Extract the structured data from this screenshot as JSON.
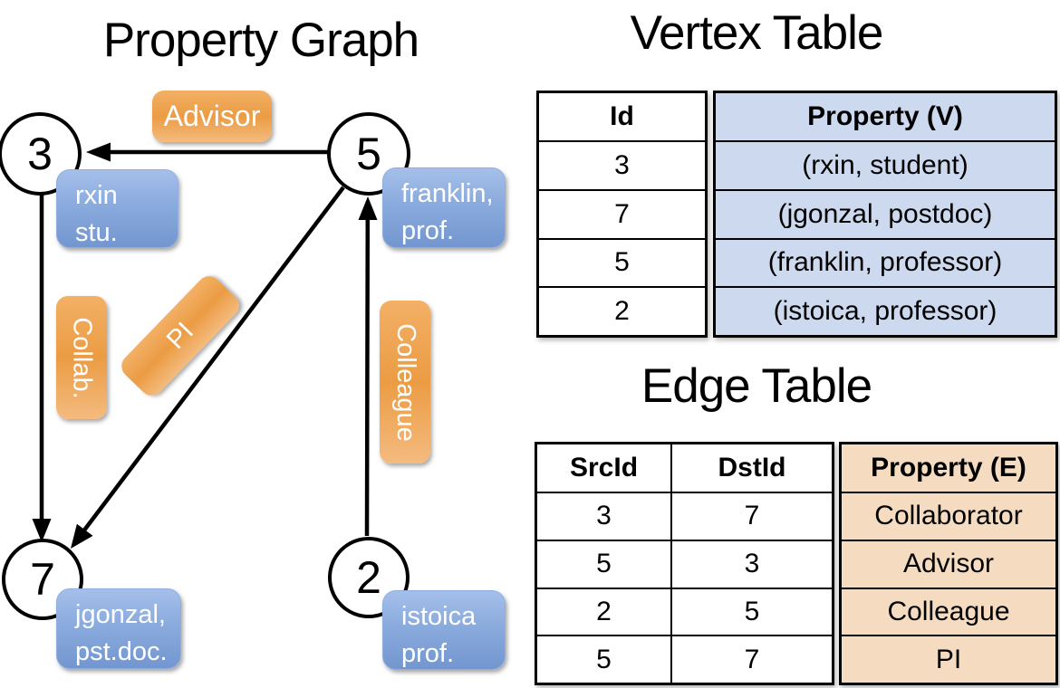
{
  "graph": {
    "title": "Property Graph",
    "nodes": [
      {
        "id": "3",
        "label_lines": [
          "rxin",
          "stu."
        ]
      },
      {
        "id": "5",
        "label_lines": [
          "franklin,",
          "prof."
        ]
      },
      {
        "id": "7",
        "label_lines": [
          "jgonzal,",
          "pst.doc."
        ]
      },
      {
        "id": "2",
        "label_lines": [
          "istoica",
          "prof."
        ]
      }
    ],
    "edge_labels": {
      "advisor": "Advisor",
      "collab": "Collab.",
      "pi": "PI",
      "colleague": "Colleague"
    }
  },
  "vertex_table": {
    "title": "Vertex Table",
    "columns": {
      "id": "Id",
      "property": "Property (V)"
    },
    "rows": [
      {
        "id": "3",
        "property": "(rxin, student)"
      },
      {
        "id": "7",
        "property": "(jgonzal, postdoc)"
      },
      {
        "id": "5",
        "property": "(franklin, professor)"
      },
      {
        "id": "2",
        "property": "(istoica, professor)"
      }
    ]
  },
  "edge_table": {
    "title": "Edge Table",
    "columns": {
      "src": "SrcId",
      "dst": "DstId",
      "property": "Property (E)"
    },
    "rows": [
      {
        "src": "3",
        "dst": "7",
        "property": "Collaborator"
      },
      {
        "src": "5",
        "dst": "3",
        "property": "Advisor"
      },
      {
        "src": "2",
        "dst": "5",
        "property": "Colleague"
      },
      {
        "src": "5",
        "dst": "7",
        "property": "PI"
      }
    ]
  },
  "colors": {
    "edge_label_orange": "#eb9c43",
    "vertex_label_blue": "#7d9fd7",
    "vertex_property_fill": "#cdd9ef",
    "edge_property_fill": "#f5dcc1",
    "line_black": "#000000"
  }
}
